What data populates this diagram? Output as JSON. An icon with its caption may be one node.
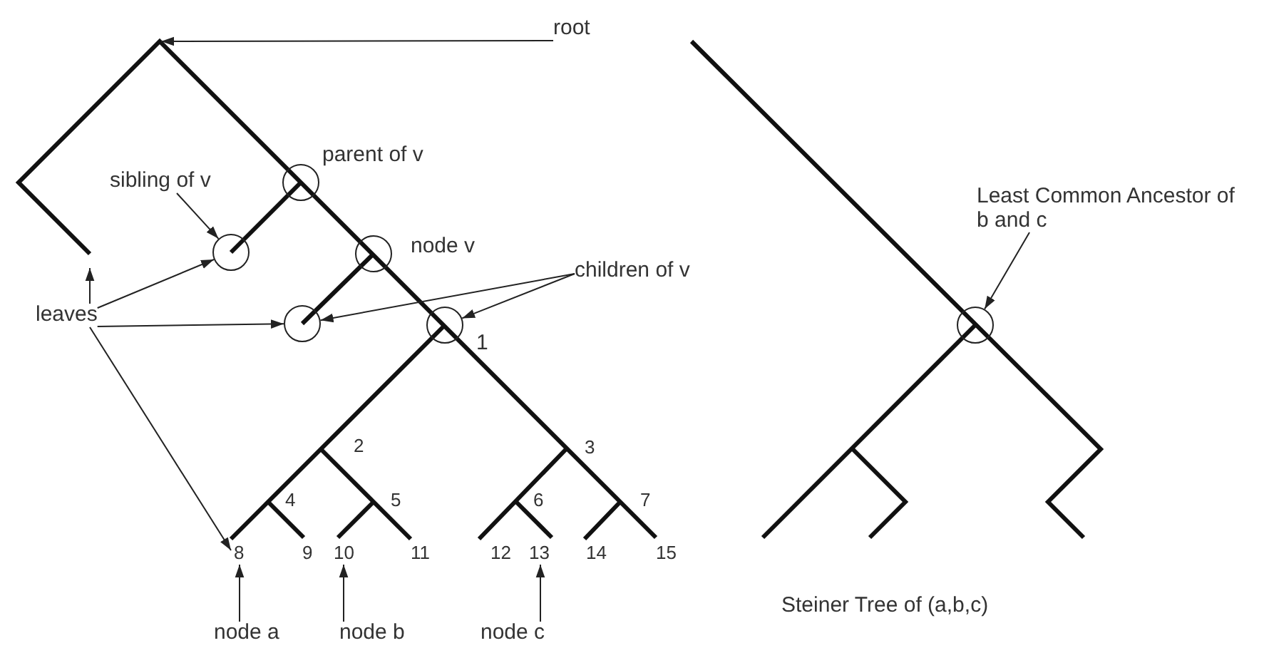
{
  "diagram": {
    "nodes": [
      {
        "text": [
          "root"
        ]
      },
      {
        "text": [],
        "shape": "circle",
        "beside": [
          "parent of v"
        ]
      },
      {
        "text": [
          "sibling of v"
        ]
      },
      {
        "text": [],
        "shape": "circle"
      },
      {
        "text": [],
        "shape": "circle",
        "beside": [
          "node v"
        ]
      },
      {
        "text": [
          "children of v"
        ]
      },
      {
        "text": [],
        "shape": "circle"
      },
      {
        "text": [],
        "shape": "circle",
        "beside": [
          "1"
        ]
      },
      {
        "text": [
          "leaves"
        ]
      },
      {
        "text": [
          "node a"
        ]
      },
      {
        "text": [
          "node b"
        ]
      },
      {
        "text": [
          "node c"
        ]
      },
      {
        "text": [
          "Least Common Ancestor of b and c"
        ]
      },
      {
        "text": [],
        "shape": "circle"
      },
      {
        "text": [
          "8"
        ]
      },
      {
        "text": [
          "10"
        ]
      },
      {
        "text": [
          "13"
        ]
      }
    ],
    "edges": [
      {
        "from": 0,
        "to": null,
        "arrow": "to"
      },
      {
        "from": 2,
        "to": 3,
        "arrow": "to"
      },
      {
        "from": 8,
        "to": null,
        "arrow": "to"
      },
      {
        "from": 8,
        "to": 3,
        "arrow": "to"
      },
      {
        "from": 8,
        "to": 6,
        "arrow": "to"
      },
      {
        "from": 8,
        "to": 14,
        "arrow": "to"
      },
      {
        "from": 5,
        "to": 6,
        "arrow": "to"
      },
      {
        "from": 5,
        "to": 7,
        "arrow": "to"
      },
      {
        "from": 9,
        "to": 14,
        "arrow": "to"
      },
      {
        "from": 10,
        "to": 15,
        "arrow": "to"
      },
      {
        "from": 11,
        "to": 16,
        "arrow": "to"
      },
      {
        "from": 12,
        "to": 13,
        "arrow": "to"
      }
    ],
    "labels": [
      "2",
      "3",
      "4",
      "5",
      "6",
      "7",
      "9",
      "11",
      "12",
      "14",
      "15",
      "Steiner Tree of (a,b,c)"
    ]
  }
}
